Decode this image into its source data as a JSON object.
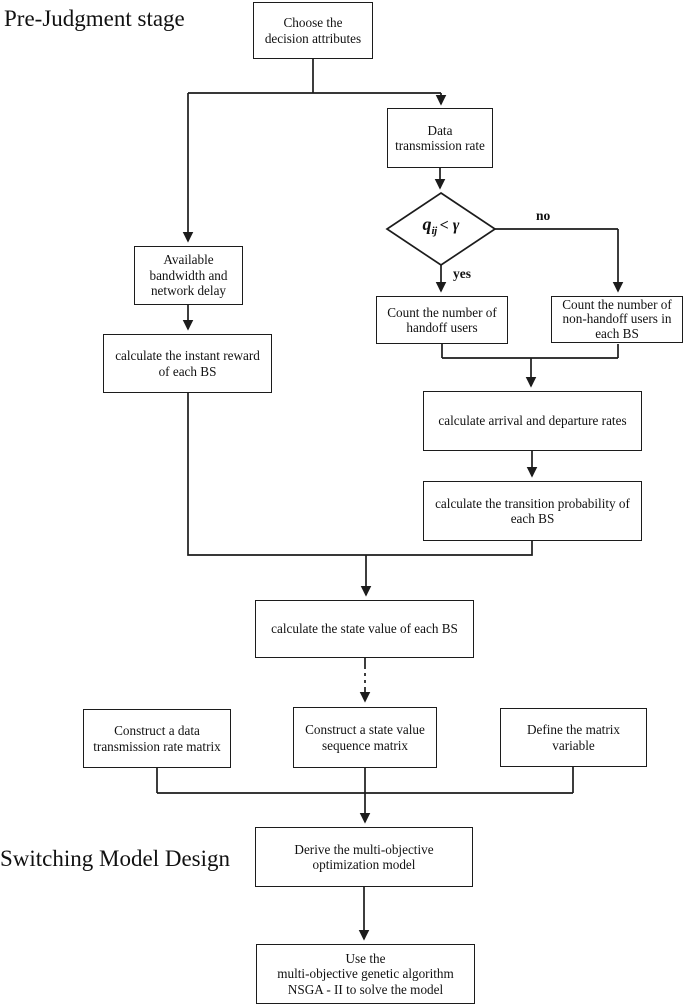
{
  "stage_labels": {
    "pre_judgment": "Pre-Judgment stage",
    "switching": "Switching Model Design"
  },
  "edge_labels": {
    "yes": "yes",
    "no": "no"
  },
  "decision": {
    "variable": "q",
    "subscript": "ij",
    "comparison": "< γ"
  },
  "nodes": {
    "choose": {
      "lines": [
        "Choose the",
        "decision attributes"
      ]
    },
    "data_rate": {
      "lines": [
        "Data",
        "transmission rate"
      ]
    },
    "available_bandwidth": {
      "lines": [
        "Available",
        "bandwidth and",
        "network delay"
      ]
    },
    "count_handoff": {
      "lines": [
        "Count the number of",
        "handoff users"
      ]
    },
    "count_nonhandoff": {
      "lines": [
        "Count the number of",
        "non-handoff users in",
        "each BS"
      ]
    },
    "instant_reward": {
      "lines": [
        "calculate the instant reward",
        "of each BS"
      ]
    },
    "arrival_departure": {
      "lines": [
        "calculate arrival and departure rates"
      ]
    },
    "transition_probability": {
      "lines": [
        "calculate the transition probability of",
        "each BS"
      ]
    },
    "state_value": {
      "lines": [
        "calculate the state value of each BS"
      ]
    },
    "construct_data_matrix": {
      "lines": [
        "Construct a data",
        "transmission rate matrix"
      ]
    },
    "construct_state_matrix": {
      "lines": [
        "Construct a state value",
        "sequence matrix"
      ]
    },
    "define_matrix": {
      "lines": [
        "Define the matrix",
        "variable"
      ]
    },
    "derive_model": {
      "lines": [
        "Derive the multi-objective",
        "optimization model"
      ]
    },
    "solve_model": {
      "lines": [
        "Use the",
        "multi-objective genetic algorithm",
        "NSGA - II to solve the model"
      ]
    }
  },
  "colors": {
    "ink": "#1c1c1c",
    "background": "#ffffff"
  }
}
